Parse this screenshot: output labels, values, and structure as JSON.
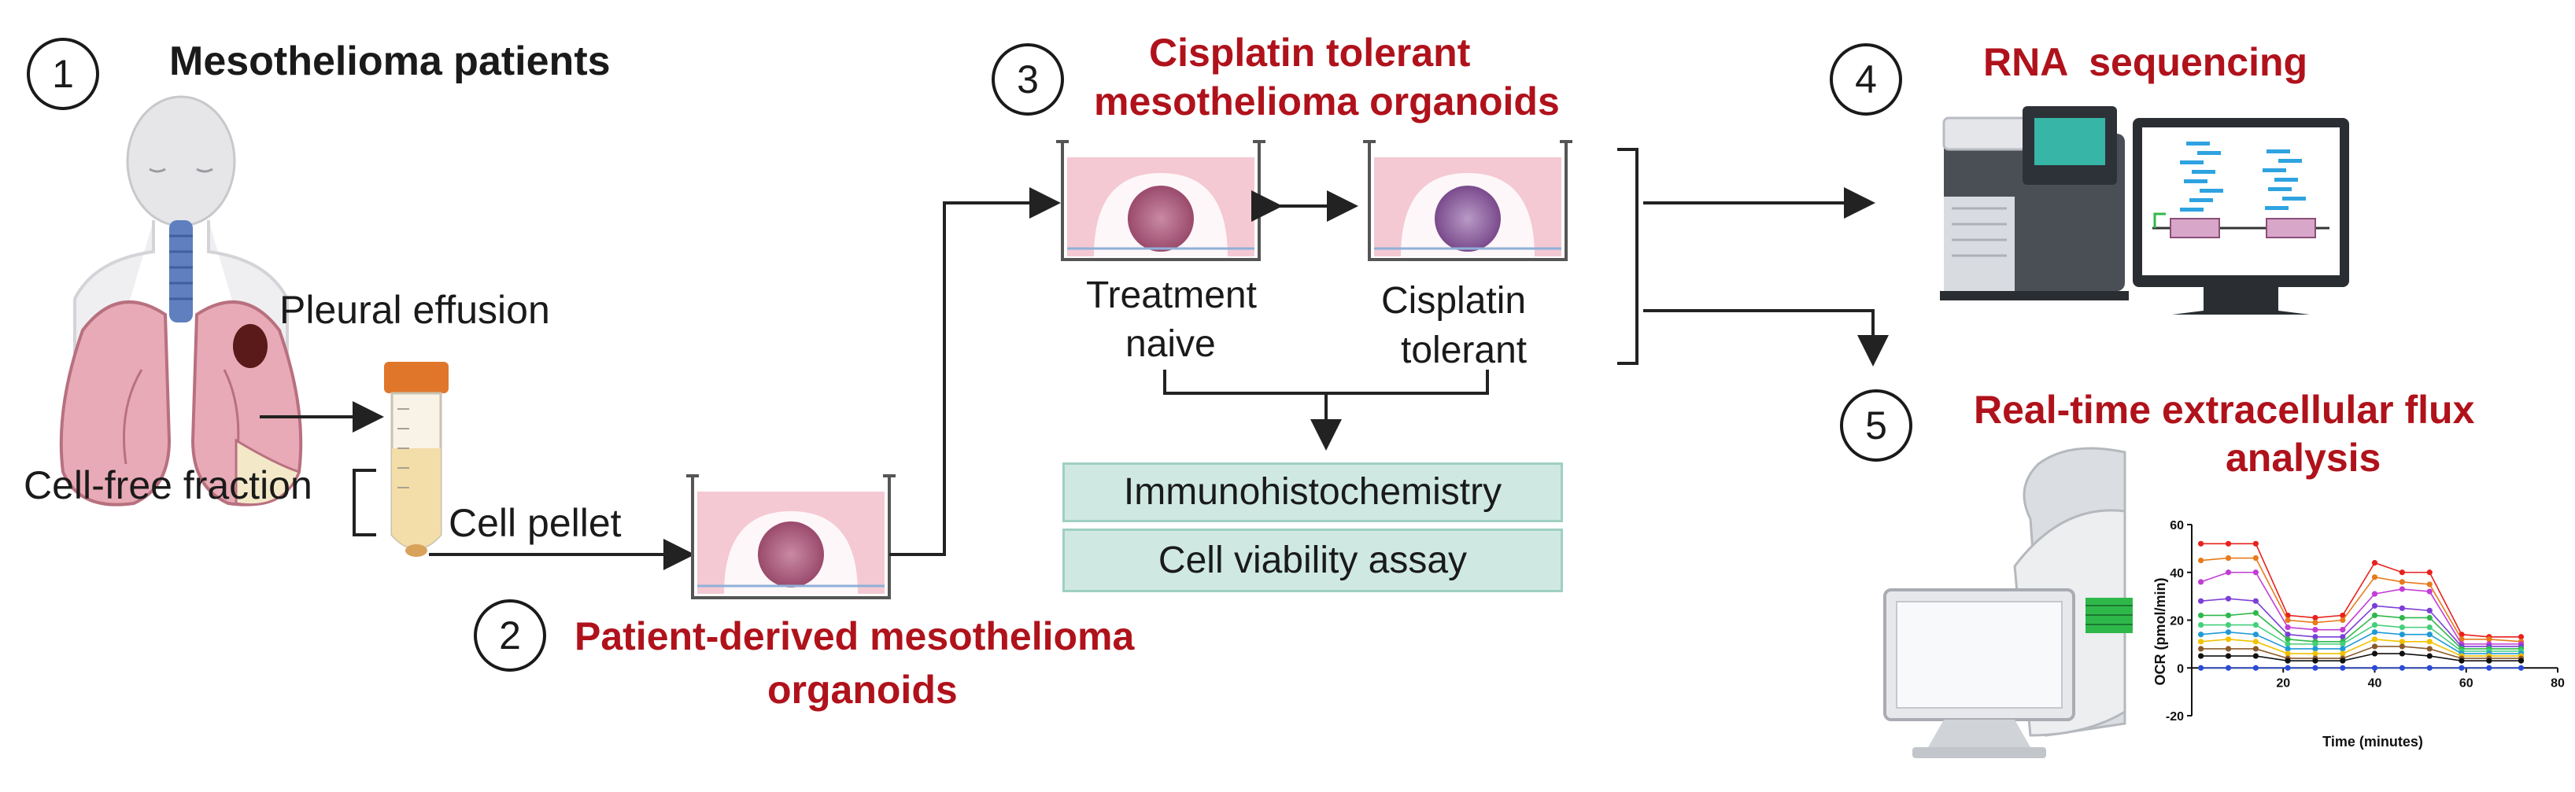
{
  "steps": [
    {
      "num": "1",
      "title": "Mesothelioma patients"
    },
    {
      "num": "2",
      "title": "Patient-derived mesothelioma",
      "title2": "organoids"
    },
    {
      "num": "3",
      "title": "Cisplatin tolerant",
      "title2": "mesothelioma organoids"
    },
    {
      "num": "4",
      "title": "RNA  sequencing"
    },
    {
      "num": "5",
      "title": "Real-time extracellular flux",
      "title2": "analysis"
    }
  ],
  "labels": {
    "pleural_effusion": "Pleural effusion",
    "cell_free_fraction": "Cell-free fraction",
    "cell_pellet": "Cell pellet",
    "treatment_naive_1": "Treatment",
    "treatment_naive_2": "naive",
    "cisplatin_tolerant_1": "Cisplatin",
    "cisplatin_tolerant_2": "tolerant"
  },
  "assays": [
    {
      "label": "Immunohistochemistry"
    },
    {
      "label": "Cell viability assay"
    }
  ],
  "colors": {
    "title_red": "#b0121b",
    "assay_box_fill": "#cfe9e2",
    "well_medium": "#f4c9d3",
    "lung": "#e8aab6",
    "ocr_series": [
      "#e8211c",
      "#e87a1c",
      "#c23cd6",
      "#7b3fd6",
      "#2fb84a",
      "#44d07a",
      "#1f9ad6",
      "#f2c200",
      "#8a5a2b",
      "#111111",
      "#2a4bd7"
    ]
  },
  "chart_data": {
    "type": "line",
    "xlabel": "Time (minutes)",
    "ylabel": "OCR (pmol/min)",
    "xlim": [
      0,
      80
    ],
    "ylim": [
      -20,
      60
    ],
    "xticks": [
      0,
      20,
      40,
      60,
      80
    ],
    "yticks": [
      -20,
      0,
      20,
      40,
      60
    ],
    "x": [
      2,
      8,
      14,
      21,
      27,
      33,
      40,
      46,
      52,
      59,
      65,
      72
    ],
    "series": [
      {
        "values": [
          52,
          52,
          52,
          22,
          21,
          22,
          44,
          40,
          40,
          14,
          13,
          13
        ]
      },
      {
        "values": [
          45,
          46,
          46,
          20,
          19,
          20,
          38,
          36,
          35,
          12,
          12,
          11
        ]
      },
      {
        "values": [
          36,
          40,
          40,
          17,
          16,
          16,
          31,
          33,
          32,
          10,
          10,
          10
        ]
      },
      {
        "values": [
          28,
          29,
          28,
          14,
          13,
          13,
          26,
          25,
          24,
          9,
          9,
          9
        ]
      },
      {
        "values": [
          22,
          22,
          23,
          12,
          11,
          11,
          22,
          21,
          21,
          8,
          8,
          8
        ]
      },
      {
        "values": [
          18,
          18,
          18,
          10,
          10,
          10,
          18,
          17,
          17,
          7,
          7,
          7
        ]
      },
      {
        "values": [
          14,
          15,
          14,
          8,
          8,
          8,
          15,
          14,
          14,
          6,
          6,
          6
        ]
      },
      {
        "values": [
          11,
          12,
          11,
          6,
          6,
          6,
          12,
          11,
          11,
          5,
          5,
          5
        ]
      },
      {
        "values": [
          8,
          8,
          8,
          4,
          4,
          4,
          9,
          9,
          8,
          4,
          4,
          4
        ]
      },
      {
        "values": [
          5,
          5,
          5,
          3,
          3,
          3,
          6,
          6,
          5,
          3,
          3,
          3
        ]
      },
      {
        "values": [
          0,
          0,
          0,
          0,
          0,
          0,
          0,
          0,
          0,
          0,
          0,
          0
        ]
      }
    ]
  }
}
